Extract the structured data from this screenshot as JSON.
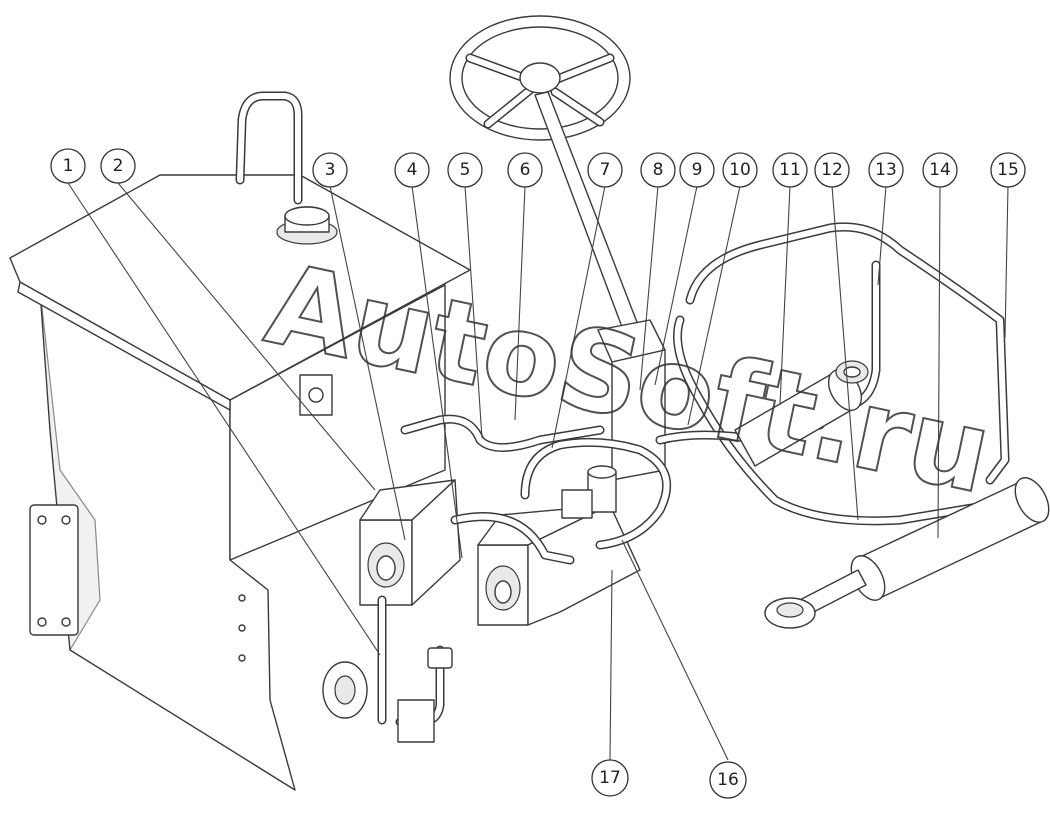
{
  "watermark": {
    "text": "AutoSoft.ru"
  },
  "callouts": [
    {
      "label": "1"
    },
    {
      "label": "2"
    },
    {
      "label": "3"
    },
    {
      "label": "4"
    },
    {
      "label": "5"
    },
    {
      "label": "6"
    },
    {
      "label": "7"
    },
    {
      "label": "8"
    },
    {
      "label": "9"
    },
    {
      "label": "10"
    },
    {
      "label": "11"
    },
    {
      "label": "12"
    },
    {
      "label": "13"
    },
    {
      "label": "14"
    },
    {
      "label": "15"
    },
    {
      "label": "16"
    },
    {
      "label": "17"
    }
  ]
}
